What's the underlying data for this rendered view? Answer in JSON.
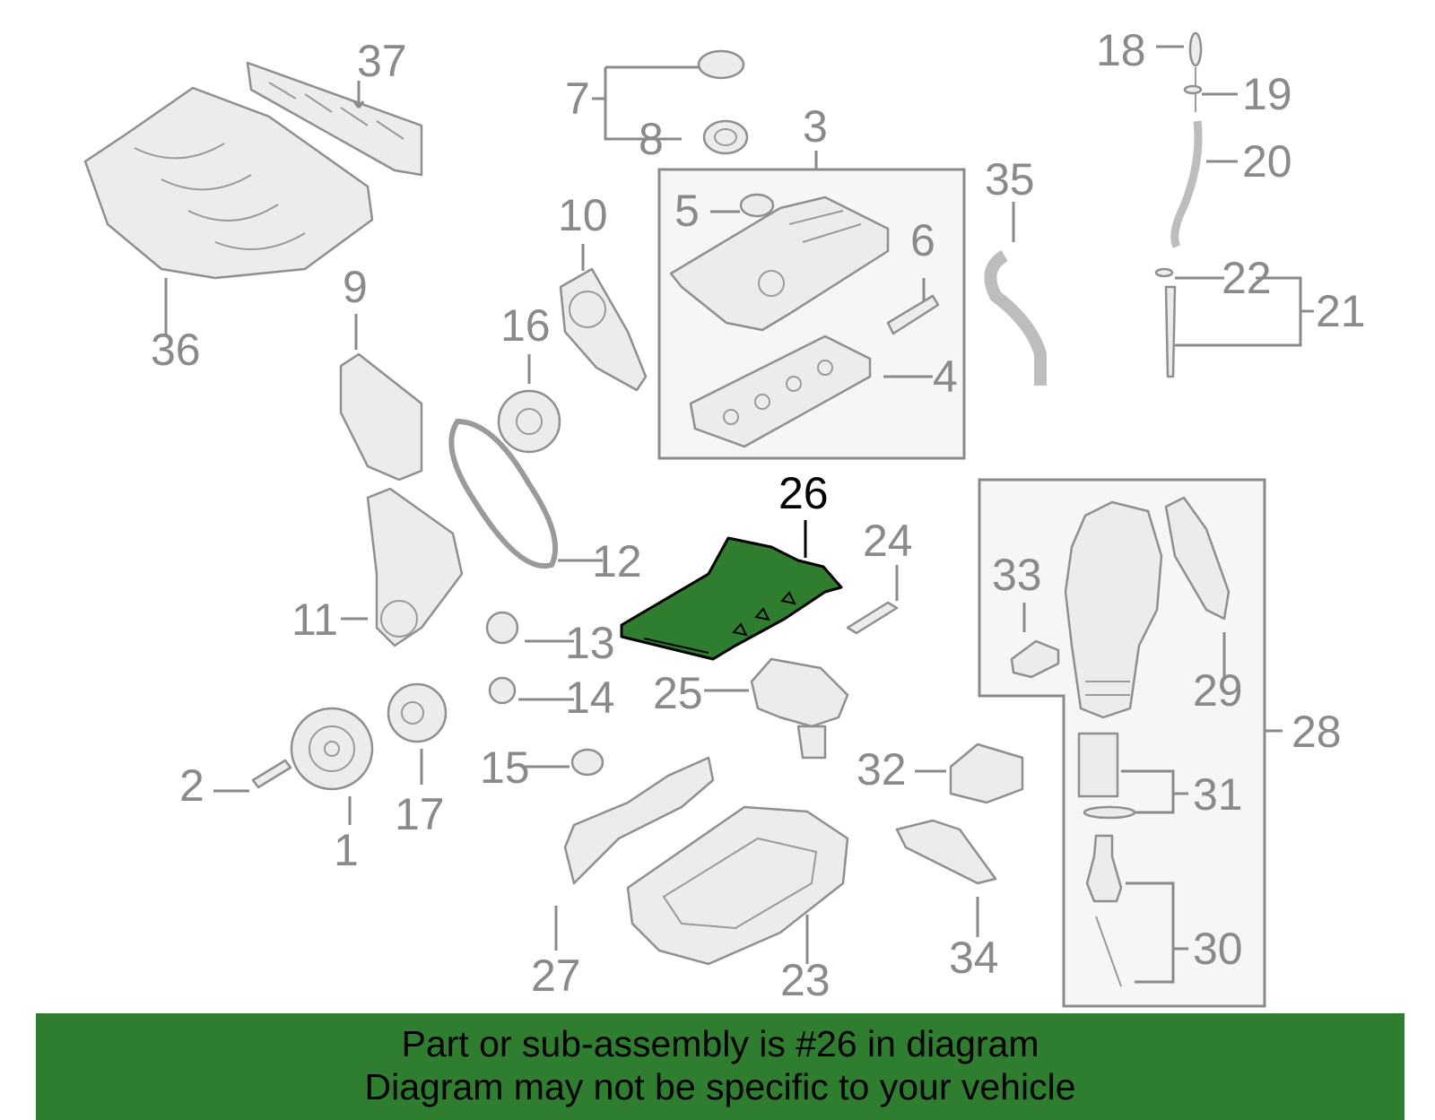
{
  "diagram": {
    "highlight_color": "#2f7d2f",
    "highlighted_part": "26",
    "callouts": [
      {
        "id": "c1",
        "label": "1"
      },
      {
        "id": "c2",
        "label": "2"
      },
      {
        "id": "c3",
        "label": "3"
      },
      {
        "id": "c4",
        "label": "4"
      },
      {
        "id": "c5",
        "label": "5"
      },
      {
        "id": "c6",
        "label": "6"
      },
      {
        "id": "c7",
        "label": "7"
      },
      {
        "id": "c8",
        "label": "8"
      },
      {
        "id": "c9",
        "label": "9"
      },
      {
        "id": "c10",
        "label": "10"
      },
      {
        "id": "c11",
        "label": "11"
      },
      {
        "id": "c12",
        "label": "12"
      },
      {
        "id": "c13",
        "label": "13"
      },
      {
        "id": "c14",
        "label": "14"
      },
      {
        "id": "c15",
        "label": "15"
      },
      {
        "id": "c16",
        "label": "16"
      },
      {
        "id": "c17",
        "label": "17"
      },
      {
        "id": "c18",
        "label": "18"
      },
      {
        "id": "c19",
        "label": "19"
      },
      {
        "id": "c20",
        "label": "20"
      },
      {
        "id": "c21",
        "label": "21"
      },
      {
        "id": "c22",
        "label": "22"
      },
      {
        "id": "c23",
        "label": "23"
      },
      {
        "id": "c24",
        "label": "24"
      },
      {
        "id": "c25",
        "label": "25"
      },
      {
        "id": "c26",
        "label": "26"
      },
      {
        "id": "c27",
        "label": "27"
      },
      {
        "id": "c28",
        "label": "28"
      },
      {
        "id": "c29",
        "label": "29"
      },
      {
        "id": "c30",
        "label": "30"
      },
      {
        "id": "c31",
        "label": "31"
      },
      {
        "id": "c32",
        "label": "32"
      },
      {
        "id": "c33",
        "label": "33"
      },
      {
        "id": "c34",
        "label": "34"
      },
      {
        "id": "c35",
        "label": "35"
      },
      {
        "id": "c36",
        "label": "36"
      },
      {
        "id": "c37",
        "label": "37"
      }
    ]
  },
  "banner": {
    "line1": "Part or sub-assembly is #26 in diagram",
    "line2": "Diagram may not be specific to your vehicle"
  }
}
